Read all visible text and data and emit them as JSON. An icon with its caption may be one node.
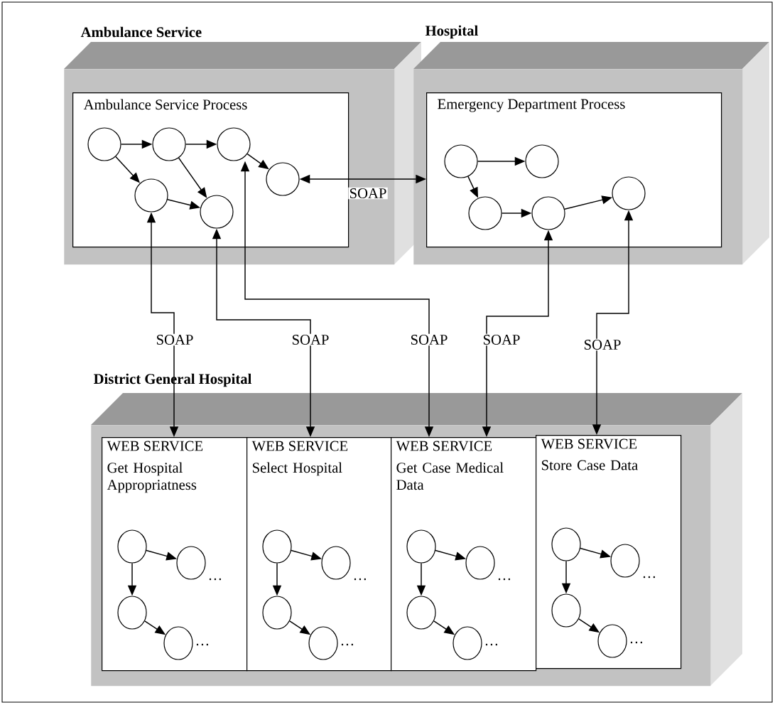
{
  "diagram": {
    "nodes": [
      {
        "text": [
          "Ambulance Service"
        ]
      },
      {
        "text": [
          "Ambulance Service Process"
        ],
        "in": 0
      },
      {
        "text": [],
        "shape": "circle",
        "in": 1
      },
      {
        "text": [],
        "shape": "circle",
        "in": 1
      },
      {
        "text": [],
        "shape": "circle",
        "in": 1
      },
      {
        "text": [],
        "shape": "circle",
        "in": 1
      },
      {
        "text": [],
        "shape": "circle",
        "in": 1
      },
      {
        "text": [],
        "shape": "circle",
        "in": 1
      },
      {
        "text": [
          "Hospital"
        ]
      },
      {
        "text": [
          "Emergency Department Process"
        ],
        "in": 8
      },
      {
        "text": [],
        "shape": "circle",
        "in": 9
      },
      {
        "text": [],
        "shape": "circle",
        "in": 9
      },
      {
        "text": [],
        "shape": "circle",
        "in": 9
      },
      {
        "text": [],
        "shape": "circle",
        "in": 9
      },
      {
        "text": [],
        "shape": "circle",
        "in": 9
      },
      {
        "text": [
          "District General Hospital"
        ]
      },
      {
        "text": [
          "WEB SERVICE",
          "Get Hospital Appropriatness",
          "…",
          "…"
        ],
        "in": 15
      },
      {
        "text": [
          "WEB SERVICE",
          "Select Hospital",
          "…",
          "…"
        ],
        "in": 15
      },
      {
        "text": [
          "WEB SERVICE",
          "Get Case Medical Data",
          "…",
          "…"
        ],
        "in": 15
      },
      {
        "text": [
          "WEB SERVICE",
          "Store Case Data",
          "…",
          "…"
        ],
        "in": 15
      },
      {
        "text": [],
        "shape": "circle",
        "in": 16
      },
      {
        "text": [],
        "shape": "circle",
        "in": 16
      },
      {
        "text": [],
        "shape": "circle",
        "in": 16
      },
      {
        "text": [],
        "shape": "circle",
        "in": 16
      },
      {
        "text": [],
        "shape": "circle",
        "in": 17
      },
      {
        "text": [],
        "shape": "circle",
        "in": 17
      },
      {
        "text": [],
        "shape": "circle",
        "in": 17
      },
      {
        "text": [],
        "shape": "circle",
        "in": 17
      },
      {
        "text": [],
        "shape": "circle",
        "in": 18
      },
      {
        "text": [],
        "shape": "circle",
        "in": 18
      },
      {
        "text": [],
        "shape": "circle",
        "in": 18
      },
      {
        "text": [],
        "shape": "circle",
        "in": 18
      },
      {
        "text": [],
        "shape": "circle",
        "in": 19
      },
      {
        "text": [],
        "shape": "circle",
        "in": 19
      },
      {
        "text": [],
        "shape": "circle",
        "in": 19
      },
      {
        "text": [],
        "shape": "circle",
        "in": 19
      }
    ],
    "edges": [
      {
        "from": 2,
        "to": 3,
        "arrow": "to"
      },
      {
        "from": 3,
        "to": 4,
        "arrow": "to"
      },
      {
        "from": 2,
        "to": 5,
        "arrow": "to"
      },
      {
        "from": 3,
        "to": 6,
        "arrow": "to"
      },
      {
        "from": 5,
        "to": 6,
        "arrow": "to"
      },
      {
        "from": 4,
        "to": 7,
        "arrow": "to"
      },
      {
        "from": 7,
        "to": 9,
        "arrow": "both",
        "label": "SOAP"
      },
      {
        "from": 10,
        "to": 11,
        "arrow": "to"
      },
      {
        "from": 10,
        "to": 12,
        "arrow": "to"
      },
      {
        "from": 12,
        "to": 13,
        "arrow": "to"
      },
      {
        "from": 13,
        "to": 14,
        "arrow": "to"
      },
      {
        "from": 16,
        "to": 5,
        "arrow": "both",
        "label": "SOAP"
      },
      {
        "from": 17,
        "to": 6,
        "arrow": "both",
        "label": "SOAP"
      },
      {
        "from": 18,
        "to": 4,
        "arrow": "both",
        "label": "SOAP"
      },
      {
        "from": 18,
        "to": 13,
        "arrow": "both",
        "label": "SOAP"
      },
      {
        "from": 19,
        "to": 14,
        "arrow": "both",
        "label": "SOAP"
      },
      {
        "from": 20,
        "to": 21,
        "arrow": "to"
      },
      {
        "from": 20,
        "to": 22,
        "arrow": "to"
      },
      {
        "from": 22,
        "to": 23,
        "arrow": "to"
      },
      {
        "from": 24,
        "to": 25,
        "arrow": "to"
      },
      {
        "from": 24,
        "to": 26,
        "arrow": "to"
      },
      {
        "from": 26,
        "to": 27,
        "arrow": "to"
      },
      {
        "from": 28,
        "to": 29,
        "arrow": "to"
      },
      {
        "from": 28,
        "to": 30,
        "arrow": "to"
      },
      {
        "from": 30,
        "to": 31,
        "arrow": "to"
      },
      {
        "from": 32,
        "to": 33,
        "arrow": "to"
      },
      {
        "from": 32,
        "to": 34,
        "arrow": "to"
      },
      {
        "from": 34,
        "to": 35,
        "arrow": "to"
      }
    ]
  }
}
